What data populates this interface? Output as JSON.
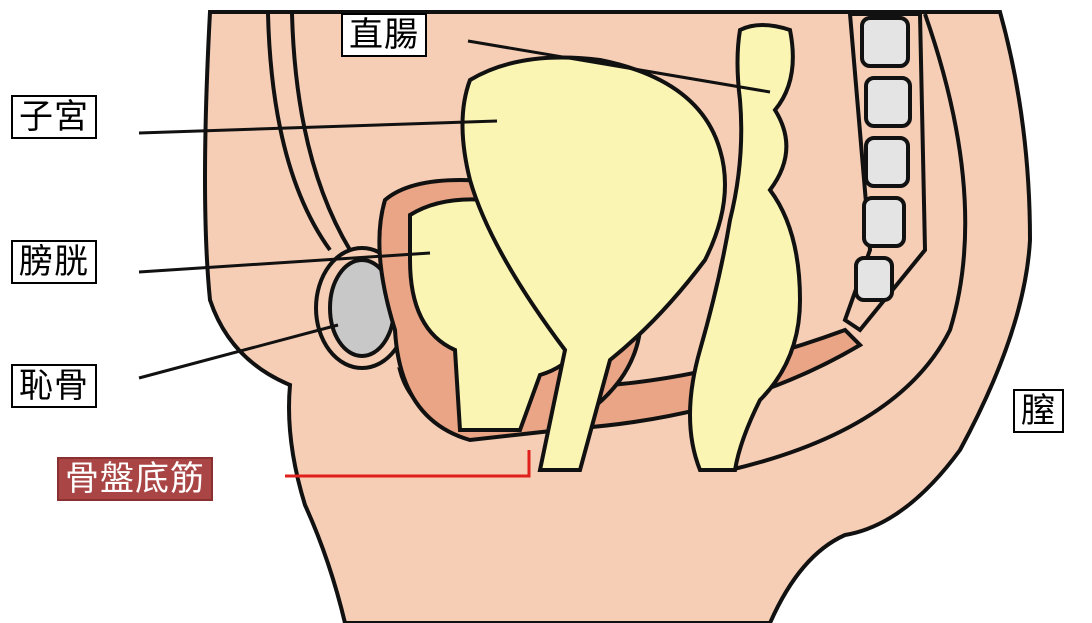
{
  "labels": {
    "rectum": "直腸",
    "uterus": "子宮",
    "bladder": "膀胱",
    "pubis": "恥骨",
    "vagina": "膣",
    "pelvic_floor_muscles": "骨盤底筋"
  },
  "colors": {
    "skin": "#f6cdb5",
    "organ": "#fbf5b4",
    "muscle": "#e9a585",
    "bone": "#c8c8c8",
    "outline": "#111111",
    "highlight": "#a94545",
    "highlight_line": "#e0201c"
  }
}
